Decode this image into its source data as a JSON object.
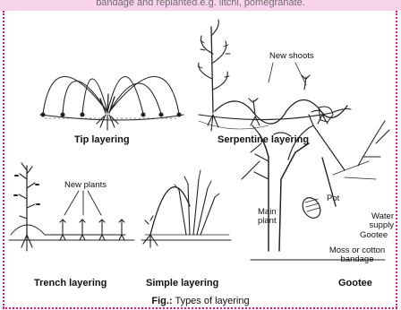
{
  "header_text": "bandage and replanted.e.g. litchi, pomegranate.",
  "panels": {
    "tip": {
      "label": "Tip layering"
    },
    "serpentine": {
      "label": "Serpentine layering",
      "annotation": "New shoots"
    },
    "trench": {
      "label": "Trench layering",
      "annotation": "New plants"
    },
    "simple": {
      "label": "Simple layering"
    },
    "gootee": {
      "label": "Gootee",
      "annotations": {
        "main_plant": "Main plant",
        "pot": "Pot",
        "water_supply": "Water supply",
        "gootee": "Gootee",
        "moss": "Moss or cotton bandage"
      }
    }
  },
  "caption": {
    "prefix": "Fig.:",
    "text": " Types of layering"
  },
  "colors": {
    "border": "#e0157f",
    "top_band": "#f7d3ec"
  }
}
